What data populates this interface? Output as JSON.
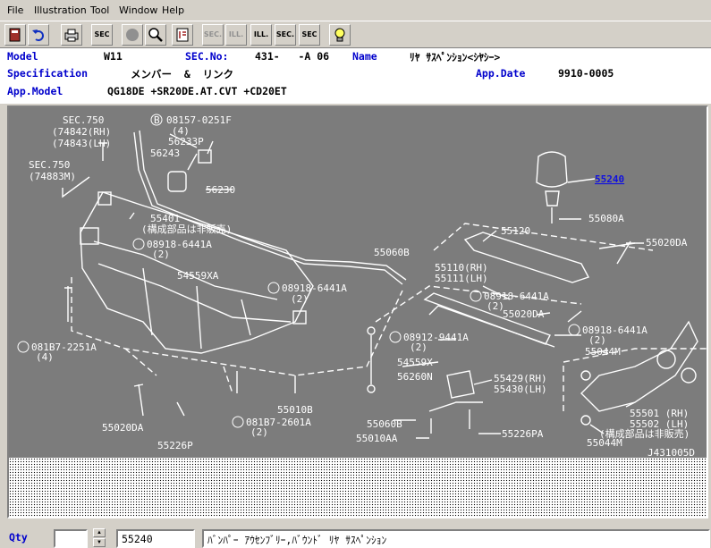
{
  "menu": [
    "File",
    "Illustration",
    "Tool",
    "Window",
    "Help"
  ],
  "toolbar": {
    "sec1": "SEC",
    "sec_dis": "SEC.",
    "ill_dis": "ILL.",
    "ill": "ILL.",
    "sec2": "SEC.",
    "sec3": "SEC"
  },
  "header": {
    "model_label": "Model",
    "model_value": "W11",
    "secno_label": "SEC.No:",
    "secno_value": "431-   -A 06",
    "name_label": "Name",
    "name_value": "ﾘﾔ ｻｽﾍﾟﾝｼｮﾝ<ｼﾔｼｰ>",
    "spec_label": "Specification",
    "spec_value": "メンバー  &  リンク",
    "appdate_label": "App.Date",
    "appdate_value": "9910-0005",
    "appmodel_label": "App.Model",
    "appmodel_value": "QG18DE +SR20DE.AT.CVT +CD20ET"
  },
  "labels": {
    "sec750a": "SEC.750",
    "p74842": "(74842(RH)",
    "p74843": "(74843(LH)",
    "b08157": "08157-0251F",
    "qty4a": "(4)",
    "p56233p": "56233P",
    "p56243": "56243",
    "sec750b": "SEC.750",
    "p74883m": "(74883M)",
    "p56230": "56230",
    "p55401": "55401",
    "note1": "(構成部品は非販売)",
    "n08918a": "08918-6441A",
    "qty2a": "(2)",
    "p54559xa": "54559XA",
    "n08918b": "08918-6441A",
    "qty2b": "(2)",
    "b081b7a": "081B7-2251A",
    "qty4b": "(4)",
    "p55020da_l": "55020DA",
    "p55226p": "55226P",
    "b081b7b": "081B7-2601A",
    "qty2c": "(2)",
    "p55010b": "55010B",
    "p55060b_a": "55060B",
    "p55240": "55240",
    "p55080a": "55080A",
    "p55120": "55120",
    "p55020da_r": "55020DA",
    "p55110": "55110(RH)",
    "p55111": "55111(LH)",
    "n08918c": "08918-6441A",
    "qty2d": "(2)",
    "p55020da_m": "55020DA",
    "n08912": "08912-9441A",
    "qty2e": "(2)",
    "n08918d": "08918-6441A",
    "qty2f": "(2)",
    "p55044m_a": "55044M",
    "p54559x": "54559X",
    "p56260n": "56260N",
    "p55429": "55429(RH)",
    "p55430": "55430(LH)",
    "p55060b_b": "55060B",
    "p55010aa": "55010AA",
    "p55226pa": "55226PA",
    "p55501": "55501 (RH)",
    "p55502": "55502 (LH)",
    "note2": "(構成部品は非販売)",
    "p55044m_b": "55044M",
    "code": "J431005D"
  },
  "bottom": {
    "qty_label": "Qty",
    "qty_value": "",
    "part_no": "55240",
    "part_name": "ﾊﾞﾝﾊﾟｰ ｱｳｾﾝﾌﾞﾘｰ,ﾊﾞｳﾝﾄﾞ ﾘﾔ ｻｽﾍﾟﾝｼｮﾝ"
  }
}
